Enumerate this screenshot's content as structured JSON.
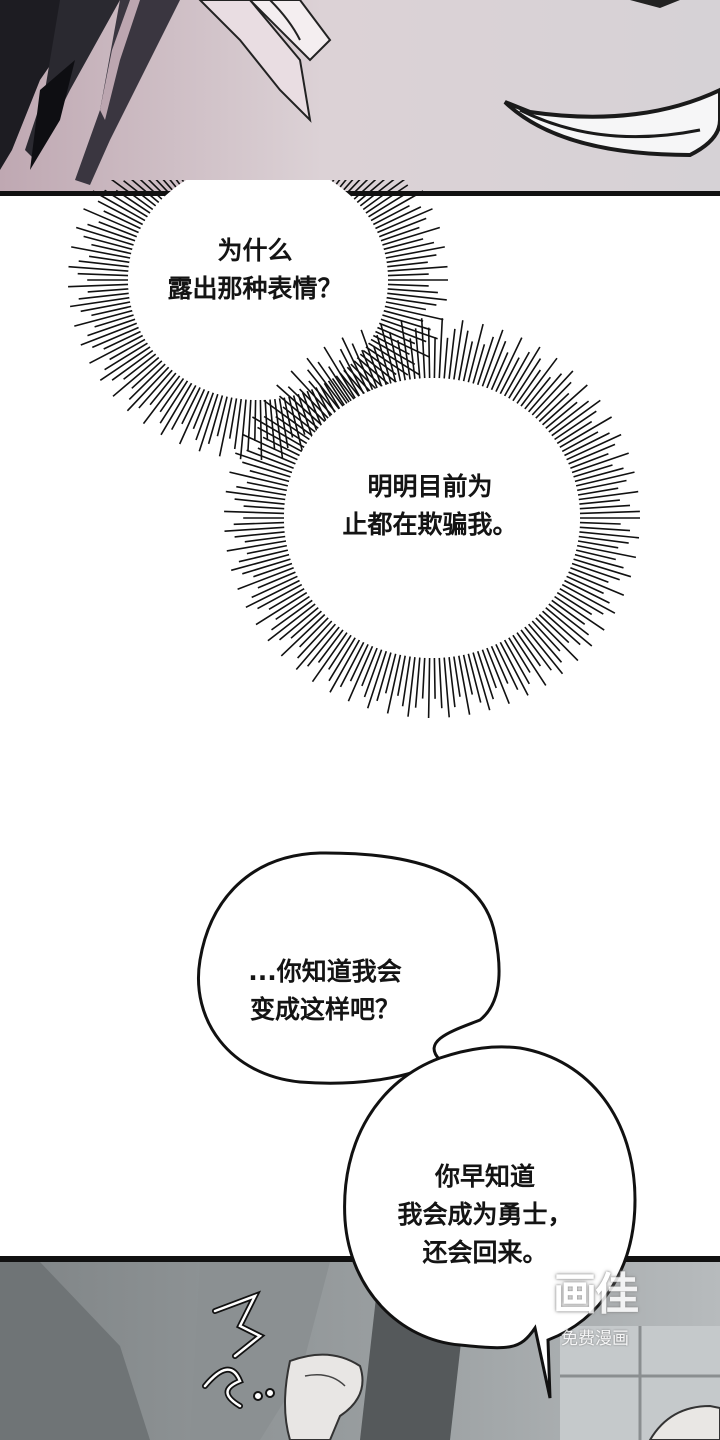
{
  "panels": {
    "top": {
      "description_color": "#d8cfd4"
    },
    "bottom": {
      "description_color": "#9aa0a2"
    }
  },
  "bubbles": {
    "spiky_1": {
      "line1": "为什么",
      "line2": "露出那种表情？"
    },
    "spiky_2": {
      "line1": "明明目前为",
      "line2": "止都在欺骗我。"
    },
    "round_1": {
      "line1": "...你知道我会",
      "line2": "变成这样吧？"
    },
    "round_2": {
      "line1": "你早知道",
      "line2": "我会成为勇士，",
      "line3": "还会回来。"
    }
  },
  "watermark": {
    "logo": "画佳",
    "tagline": "免费漫画"
  },
  "colors": {
    "ink": "#111111",
    "panel_border": "#111111",
    "page_bg": "#ffffff"
  }
}
